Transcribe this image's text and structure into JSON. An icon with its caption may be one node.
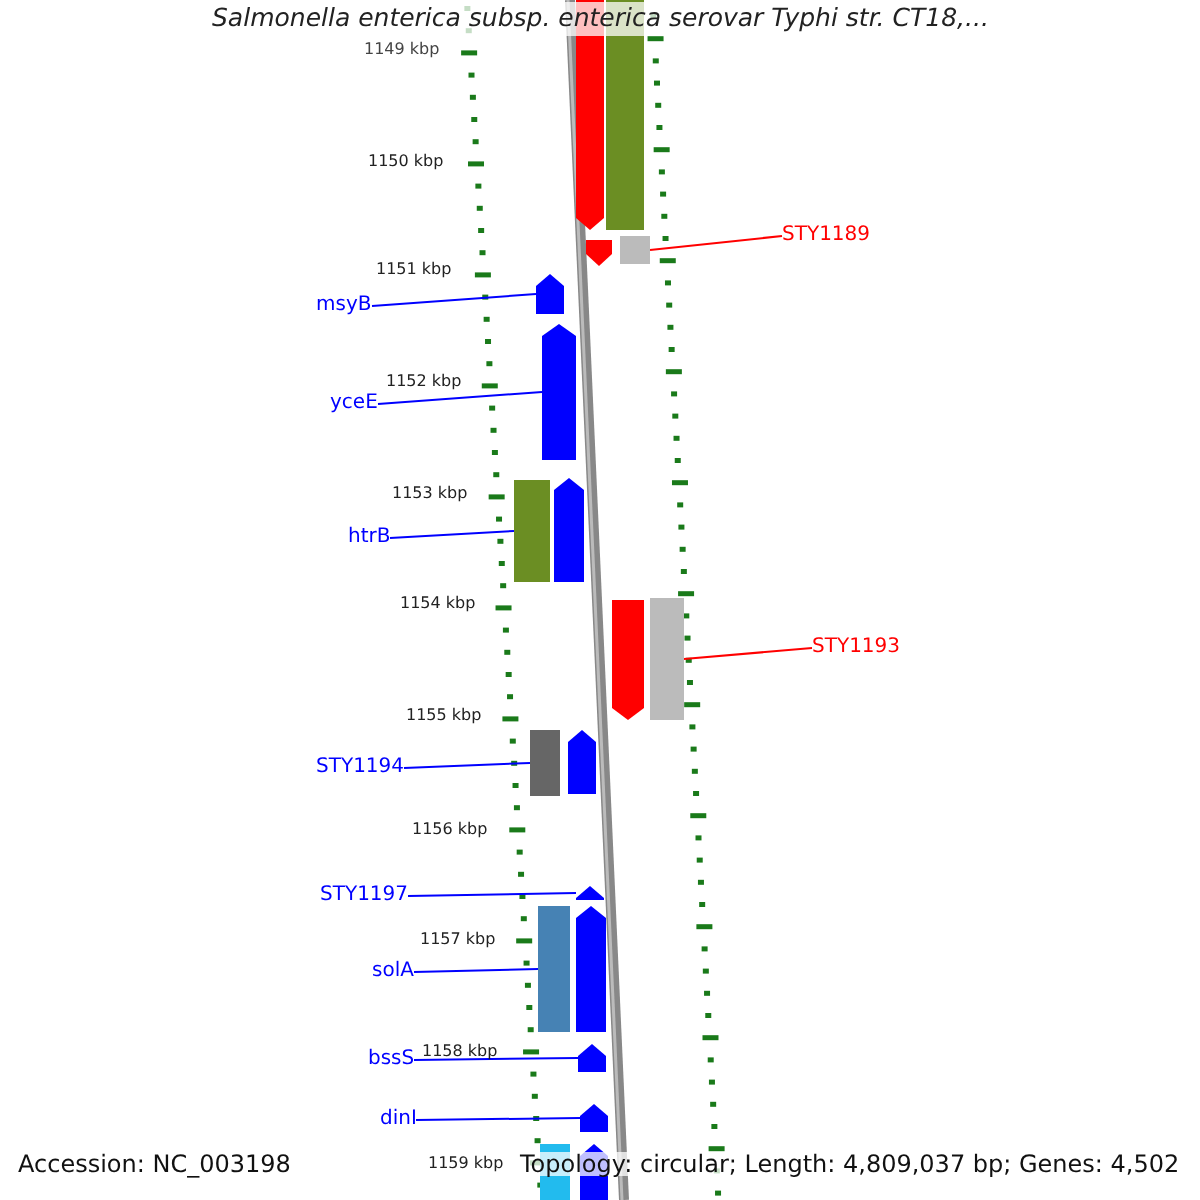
{
  "diagram": {
    "title": "Salmonella enterica subsp. enterica serovar Typhi str. CT18,...",
    "nodes": [
      {
        "text": [
          "STY1189"
        ]
      },
      {
        "text": [],
        "shape": "bar"
      },
      {
        "text": [
          "msyB"
        ]
      },
      {
        "text": [],
        "shape": "arrow"
      },
      {
        "text": [
          "yceE"
        ]
      },
      {
        "text": [],
        "shape": "arrow"
      },
      {
        "text": [
          "htrB"
        ]
      },
      {
        "text": [],
        "shape": "bar"
      },
      {
        "text": [
          "STY1193"
        ]
      },
      {
        "text": [],
        "shape": "bar"
      },
      {
        "text": [
          "STY1194"
        ]
      },
      {
        "text": [],
        "shape": "bar"
      },
      {
        "text": [
          "STY1197"
        ]
      },
      {
        "text": [],
        "shape": "arrow"
      },
      {
        "text": [
          "solA"
        ]
      },
      {
        "text": [],
        "shape": "bar"
      },
      {
        "text": [
          "bssS"
        ]
      },
      {
        "text": [],
        "shape": "arrow"
      },
      {
        "text": [
          "dinI"
        ]
      },
      {
        "text": [],
        "shape": "arrow"
      },
      {
        "text": [],
        "shape": "arrow"
      },
      {
        "text": [],
        "shape": "bar"
      },
      {
        "text": [],
        "shape": "arrow"
      },
      {
        "text": [],
        "shape": "arrow"
      },
      {
        "text": [],
        "shape": "arrow"
      },
      {
        "text": [],
        "shape": "arrow"
      },
      {
        "text": [],
        "shape": "arrow"
      },
      {
        "text": [],
        "shape": "bar"
      },
      {
        "text": [],
        "shape": "arrow"
      }
    ],
    "edges": [
      {
        "from": 0,
        "to": 1,
        "arrow": "none",
        "color": "#ff0000"
      },
      {
        "from": 2,
        "to": 3,
        "arrow": "none"
      },
      {
        "from": 4,
        "to": 5,
        "arrow": "none"
      },
      {
        "from": 6,
        "to": 7,
        "arrow": "none"
      },
      {
        "from": 8,
        "to": 9,
        "arrow": "none",
        "color": "#ff0000"
      },
      {
        "from": 10,
        "to": 11,
        "arrow": "none"
      },
      {
        "from": 12,
        "to": 13,
        "arrow": "none"
      },
      {
        "from": 14,
        "to": 15,
        "arrow": "none"
      },
      {
        "from": 16,
        "to": 17,
        "arrow": "none"
      },
      {
        "from": 18,
        "to": 19,
        "arrow": "none"
      }
    ],
    "labels": [
      "1149 kbp",
      "1150 kbp",
      "1151 kbp",
      "1152 kbp",
      "1153 kbp",
      "1154 kbp",
      "1155 kbp",
      "1156 kbp",
      "1157 kbp",
      "1158 kbp",
      "1159 kbp",
      "Accession: NC_003198",
      "Topology: circular; Length: 4,809,037 bp; Genes: 4,502"
    ]
  }
}
